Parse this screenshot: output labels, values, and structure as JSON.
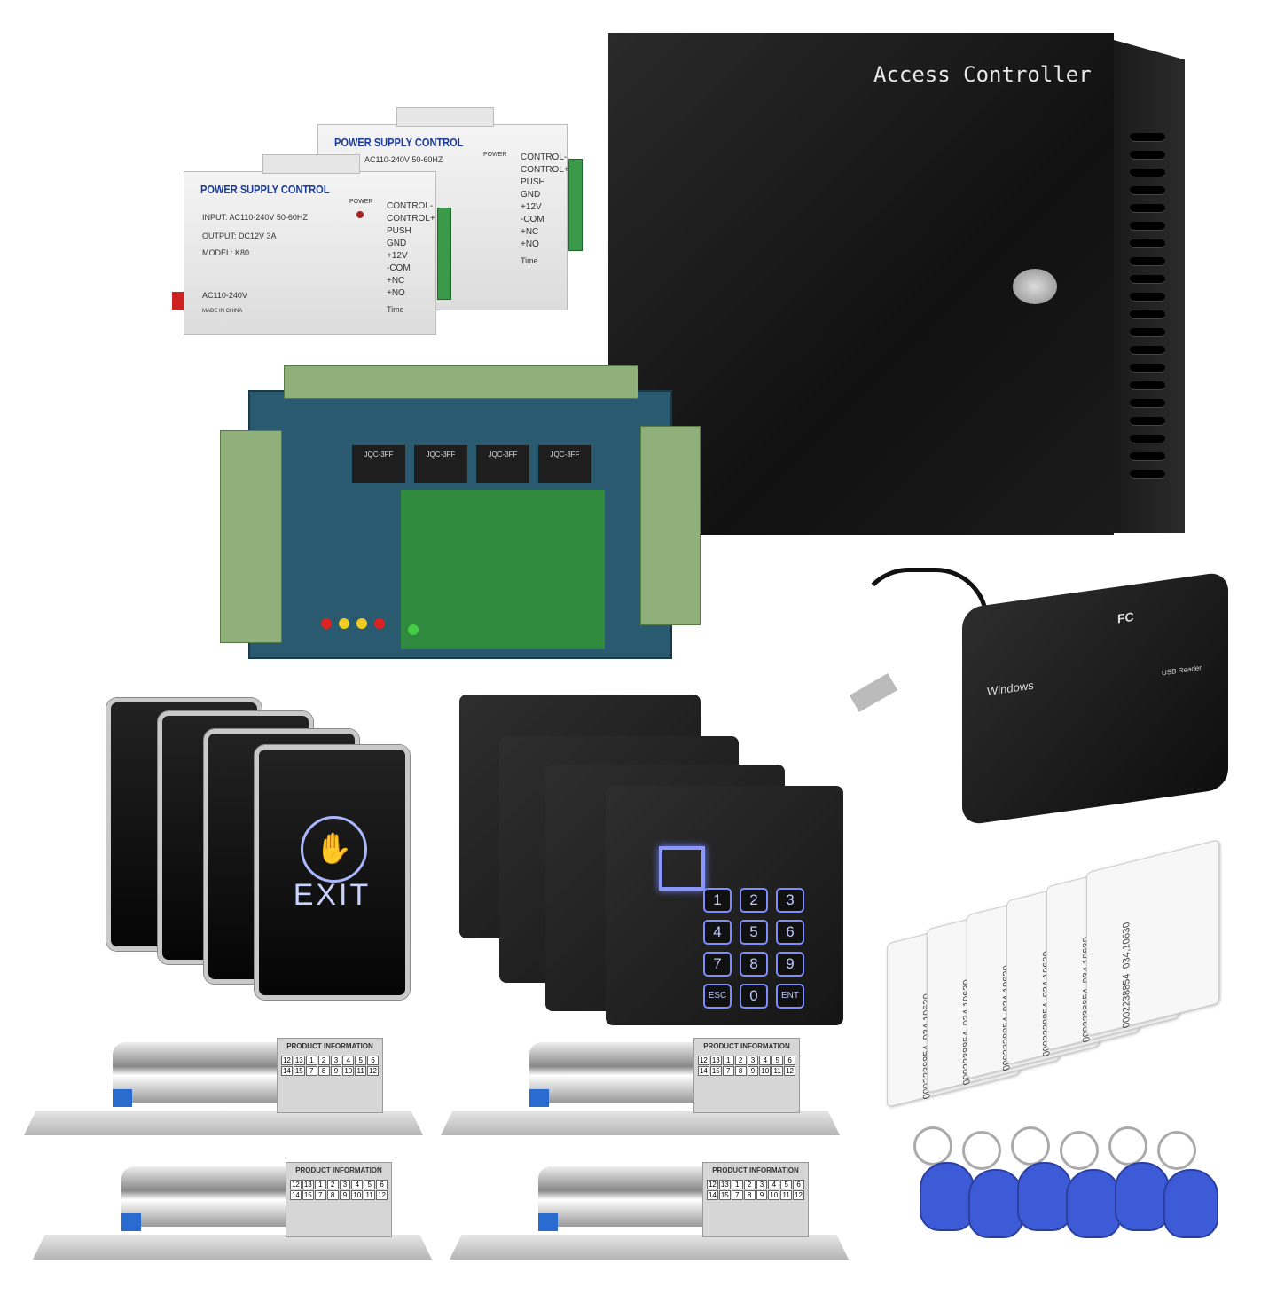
{
  "controller_box": {
    "label": "Access Controller",
    "color": "#1a1a1a"
  },
  "power_supplies": [
    {
      "title": "POWER SUPPLY CONTROL",
      "input": "AC110-240V 50-60HZ",
      "power": "POWER",
      "time": "Time",
      "terminals": [
        "CONTROL-",
        "CONTROL+",
        "PUSH",
        "GND",
        "+12V",
        "-COM",
        "+NC",
        "+NO"
      ]
    },
    {
      "title": "POWER SUPPLY CONTROL",
      "input": "INPUT: AC110-240V 50-60HZ",
      "output": "OUTPUT: DC12V 3A",
      "model": "MODEL: K80",
      "voltage": "AC110-240V",
      "origin": "MADE IN CHINA",
      "power": "POWER",
      "time": "Time",
      "terminals": [
        "CONTROL-",
        "CONTROL+",
        "PUSH",
        "GND",
        "+12V",
        "-COM",
        "+NC",
        "+NO"
      ]
    }
  ],
  "pcb": {
    "relay_label": "JQC-3FF"
  },
  "exit_button": {
    "label": "EXIT",
    "count": 4
  },
  "keypad": {
    "keys": [
      "1",
      "2",
      "3",
      "4",
      "5",
      "6",
      "7",
      "8",
      "9",
      "ESC",
      "0",
      "ENT"
    ],
    "count": 4
  },
  "usb_reader": {
    "brand": "Windows",
    "label": "USB Reader",
    "cert": "FC"
  },
  "cards": {
    "number": "0002238854",
    "code": "034,10630",
    "count": 6
  },
  "locks": {
    "label": "PRODUCT INFORMATION",
    "row1": [
      "12",
      "13",
      "1",
      "2",
      "3",
      "4",
      "5",
      "6"
    ],
    "row2": [
      "14",
      "15",
      "7",
      "8",
      "9",
      "10",
      "11",
      "12"
    ],
    "count": 4
  },
  "keyfobs": {
    "count": 6,
    "color": "#3d5bd6"
  }
}
